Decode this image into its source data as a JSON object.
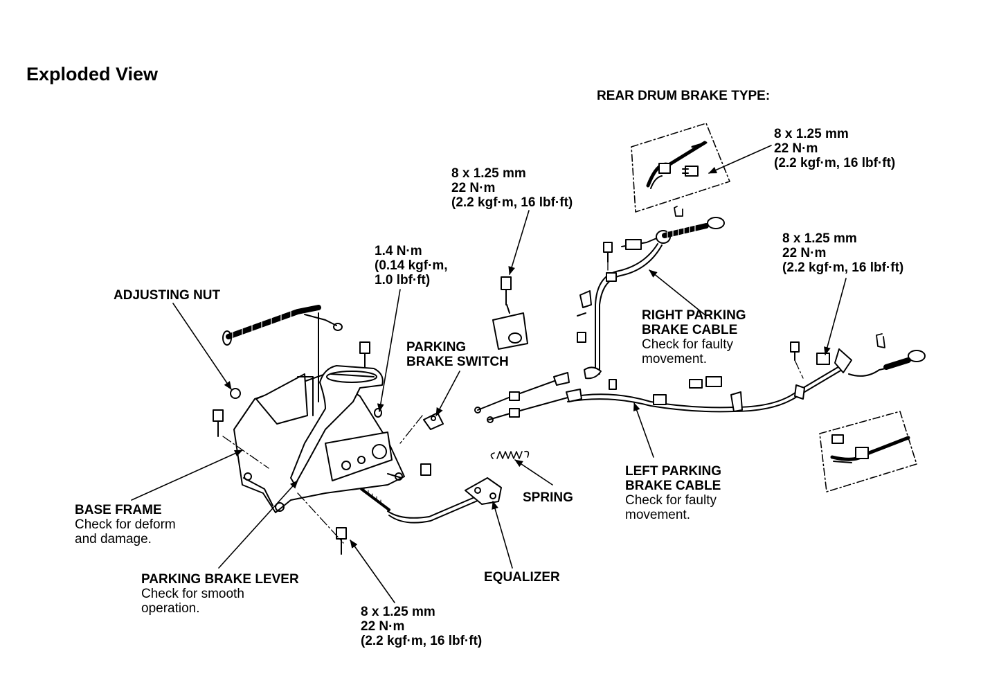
{
  "title": "Exploded View",
  "rear_drum_heading": "REAR DRUM BRAKE TYPE:",
  "torque_8mm": {
    "line1": "8 x 1.25 mm",
    "line2": "22 N·m",
    "line3": "(2.2 kgf·m, 16 lbf·ft)"
  },
  "torque_switch": {
    "line1": "1.4 N·m",
    "line2": "(0.14 kgf·m,",
    "line3": "1.0 lbf·ft)"
  },
  "labels": {
    "adjusting_nut": "ADJUSTING NUT",
    "parking_brake_switch_1": "PARKING",
    "parking_brake_switch_2": "BRAKE SWITCH",
    "right_cable_1": "RIGHT PARKING",
    "right_cable_2": "BRAKE CABLE",
    "right_cable_note_1": "Check for faulty",
    "right_cable_note_2": "movement.",
    "left_cable_1": "LEFT PARKING",
    "left_cable_2": "BRAKE CABLE",
    "left_cable_note_1": "Check for faulty",
    "left_cable_note_2": "movement.",
    "base_frame": "BASE FRAME",
    "base_frame_note_1": "Check for deform",
    "base_frame_note_2": "and damage.",
    "spring": "SPRING",
    "lever": "PARKING BRAKE LEVER",
    "lever_note_1": "Check for smooth",
    "lever_note_2": "operation.",
    "equalizer": "EQUALIZER"
  }
}
